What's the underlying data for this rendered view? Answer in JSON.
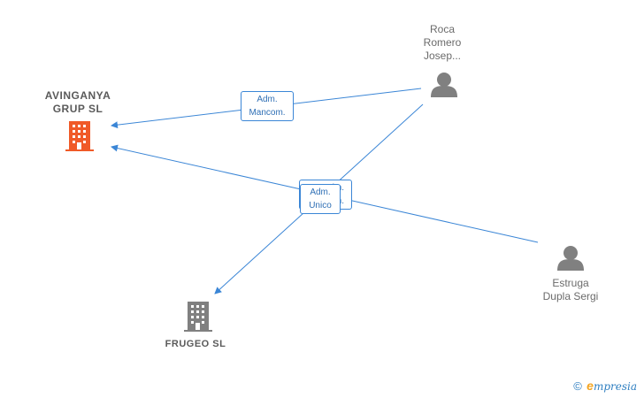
{
  "nodes": {
    "avinganya": {
      "label": "AVINGANYA\nGRUP  SL",
      "type": "company",
      "color": "#f05a28"
    },
    "frugeo": {
      "label": "FRUGEO  SL",
      "type": "company",
      "color": "#808080"
    },
    "roca": {
      "label": "Roca\nRomero\nJosep...",
      "type": "person",
      "color": "#808080"
    },
    "estruga": {
      "label": "Estruga\nDupla Sergi",
      "type": "person",
      "color": "#808080"
    }
  },
  "edges": [
    {
      "from": "roca",
      "to": "avinganya",
      "label": "Adm.\nMancom."
    },
    {
      "from": "estruga",
      "to": "avinganya",
      "label": "Adm.\nMancom."
    },
    {
      "from": "roca",
      "to": "frugeo",
      "label": "Adm.\nUnico"
    }
  ],
  "colors": {
    "edge": "#3b86d6",
    "company_main": "#f05a28",
    "company_other": "#808080",
    "person": "#808080"
  },
  "icons": {
    "company": "building-icon",
    "person": "person-icon"
  },
  "brand": {
    "copyright": "©",
    "initial": "e",
    "name": "mpresia"
  }
}
